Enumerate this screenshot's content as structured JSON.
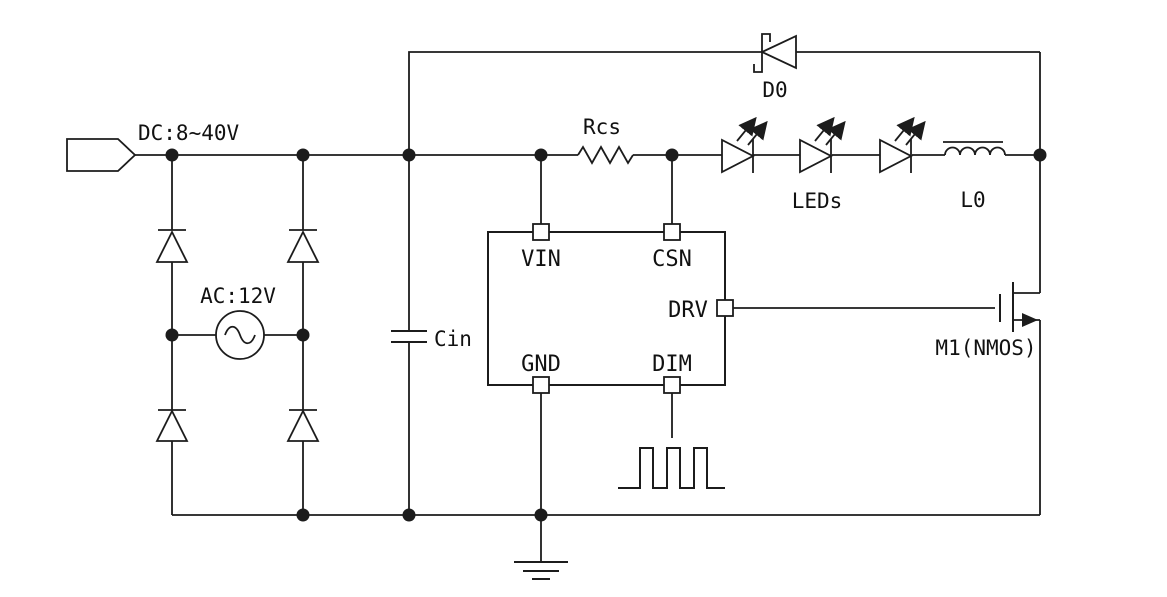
{
  "diagram": {
    "type": "circuit-schematic",
    "subject": "AC/DC LED driver with bridge rectifier, control IC and external NMOS switch",
    "colors": {
      "background": "#ffffff",
      "line": "#1c1c1c",
      "text": "#111111"
    },
    "labels": {
      "dc_input": "DC:8~40V",
      "ac_source": "AC:12V",
      "input_cap": "Cin",
      "sense_resistor": "Rcs",
      "freewheel_diode": "D0",
      "led_string": "LEDs",
      "inductor": "L0",
      "mosfet": "M1(NMOS)"
    },
    "ic": {
      "pins": {
        "vin": "VIN",
        "csn": "CSN",
        "drv": "DRV",
        "gnd": "GND",
        "dim": "DIM"
      }
    },
    "led_count": 3,
    "bridge_diode_count": 4,
    "symbols": [
      "dc-connector-icon",
      "bridge-diode-icon",
      "ac-source-icon",
      "capacitor-icon",
      "resistor-icon",
      "schottky-diode-icon",
      "led-icon",
      "inductor-icon",
      "nmos-icon",
      "pwm-waveform-icon",
      "ground-icon",
      "junction-dot"
    ]
  }
}
